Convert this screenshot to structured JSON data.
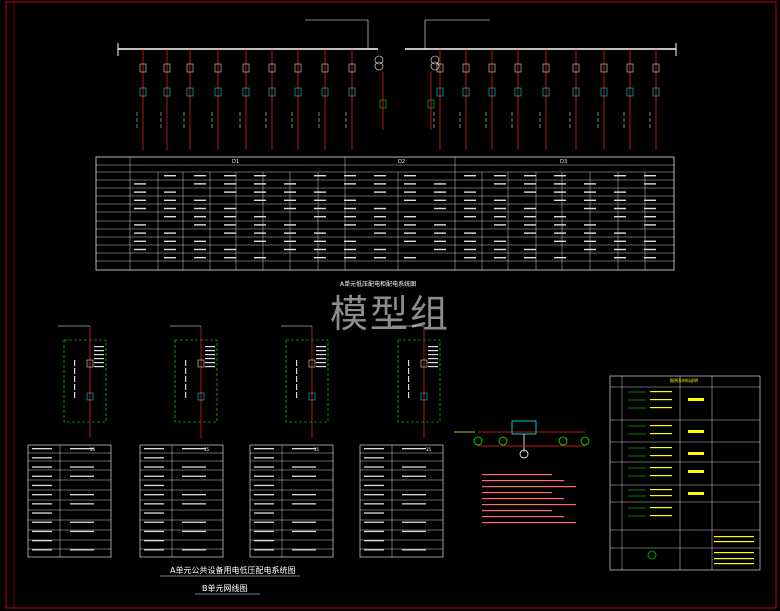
{
  "watermark": "模型组",
  "captions": {
    "unit_system": "A单元公共设备用电低压配电系统图",
    "network": "B单元网线图",
    "top_table": "A单元低压配电柜配电系统图",
    "legend_title": "图例及材料说明"
  },
  "colors": {
    "background": "#000000",
    "line_white": "#ffffff",
    "line_red": "#ff2020",
    "line_green": "#00ff00",
    "line_yellow": "#ffff00",
    "line_cyan": "#00ffff",
    "border_red": "#c00000"
  },
  "top_table": {
    "groups": [
      "D1",
      "D2",
      "D3"
    ]
  },
  "unit_tables": [
    {
      "id": "T1",
      "header": "35"
    },
    {
      "id": "T2",
      "header": "35"
    },
    {
      "id": "T3",
      "header": "35"
    },
    {
      "id": "T4",
      "header": "35"
    }
  ]
}
